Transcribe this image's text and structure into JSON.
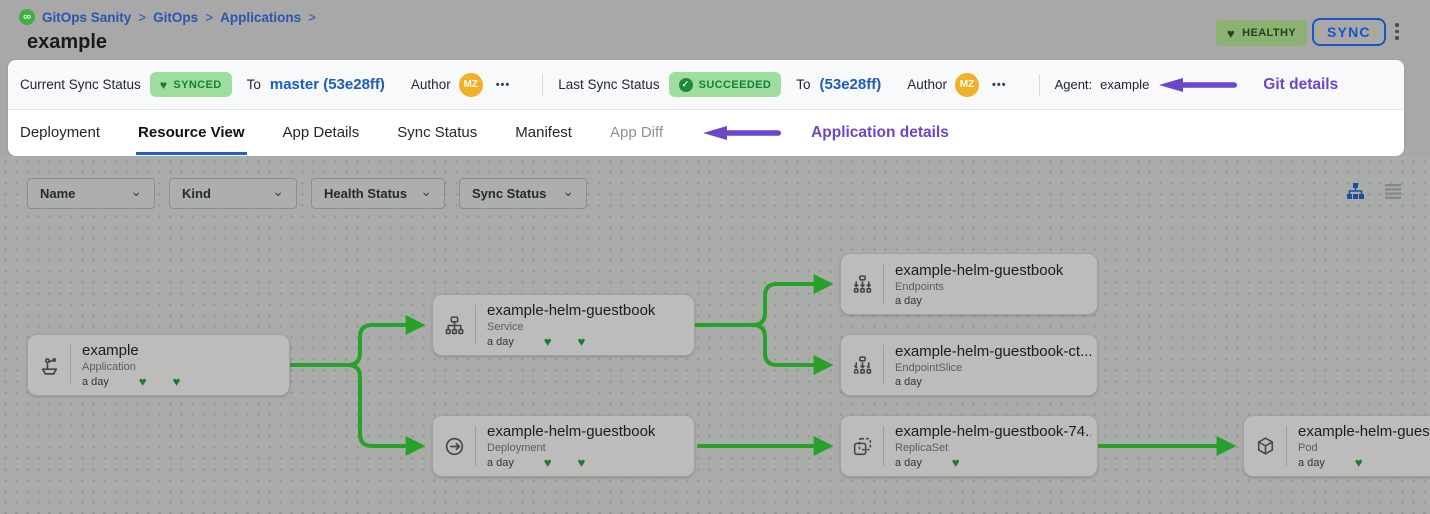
{
  "header": {
    "breadcrumb": {
      "items": [
        "GitOps Sanity",
        "GitOps",
        "Applications"
      ]
    },
    "title": "example",
    "health_badge": "HEALTHY",
    "sync_button": "SYNC"
  },
  "status_bar": {
    "current": {
      "label": "Current Sync Status",
      "badge": "SYNCED",
      "to_label": "To",
      "revision": "master (53e28ff)",
      "author_label": "Author",
      "author_initials": "MZ",
      "more": "•••"
    },
    "last": {
      "label": "Last Sync Status",
      "badge": "SUCCEEDED",
      "to_label": "To",
      "revision": "(53e28ff)",
      "author_label": "Author",
      "author_initials": "MZ",
      "more": "•••"
    },
    "agent": {
      "label": "Agent:",
      "value": "example"
    },
    "annotation": "Git details"
  },
  "tabs": {
    "items": [
      {
        "label": "Deployment",
        "active": false
      },
      {
        "label": "Resource View",
        "active": true
      },
      {
        "label": "App Details",
        "active": false
      },
      {
        "label": "Sync Status",
        "active": false
      },
      {
        "label": "Manifest",
        "active": false
      },
      {
        "label": "App Diff",
        "active": false,
        "disabled": true
      }
    ],
    "annotation": "Application details"
  },
  "filters": {
    "dropdowns": [
      "Name",
      "Kind",
      "Health Status",
      "Sync Status"
    ],
    "view_toggles": [
      "tree-view",
      "list-view"
    ]
  },
  "graph": {
    "nodes": [
      {
        "title": "example",
        "kind": "Application",
        "age": "a day",
        "health_hearts": 2
      },
      {
        "title": "example-helm-guestbook",
        "kind": "Service",
        "age": "a day",
        "health_hearts": 2
      },
      {
        "title": "example-helm-guestbook",
        "kind": "Deployment",
        "age": "a day",
        "health_hearts": 2
      },
      {
        "title": "example-helm-guestbook",
        "kind": "Endpoints",
        "age": "a day",
        "health_hearts": 0
      },
      {
        "title": "example-helm-guestbook-ct...",
        "kind": "EndpointSlice",
        "age": "a day",
        "health_hearts": 0
      },
      {
        "title": "example-helm-guestbook-74...",
        "kind": "ReplicaSet",
        "age": "a day",
        "health_hearts": 1
      },
      {
        "title": "example-helm-guest",
        "kind": "Pod",
        "age": "a day",
        "health_hearts": 1
      }
    ],
    "edges": [
      {
        "from": "Application",
        "to": "Service"
      },
      {
        "from": "Application",
        "to": "Deployment"
      },
      {
        "from": "Service",
        "to": "Endpoints"
      },
      {
        "from": "Service",
        "to": "EndpointSlice"
      },
      {
        "from": "Deployment",
        "to": "ReplicaSet"
      },
      {
        "from": "ReplicaSet",
        "to": "Pod"
      }
    ]
  },
  "icons": {
    "heart": "♥",
    "check": "✓",
    "logo_glyph": "∞",
    "breadcrumb_sep": ">",
    "chevron_down": "⌄"
  },
  "theme": {
    "accent_blue": "#1658c0",
    "link_blue": "#1c5bbf",
    "tab_underline_blue": "#1f5fd0",
    "annotation_purple": "#6b46c8",
    "edge_green": "#28a12b",
    "healthy_badge_bg": "#8db173",
    "healthy_badge_text": "#24431d",
    "synced_badge_bg": "#9edd9d",
    "synced_badge_text": "#15803a",
    "avatar_bg": "#f2b124",
    "heart_green": "#1c7a33"
  }
}
